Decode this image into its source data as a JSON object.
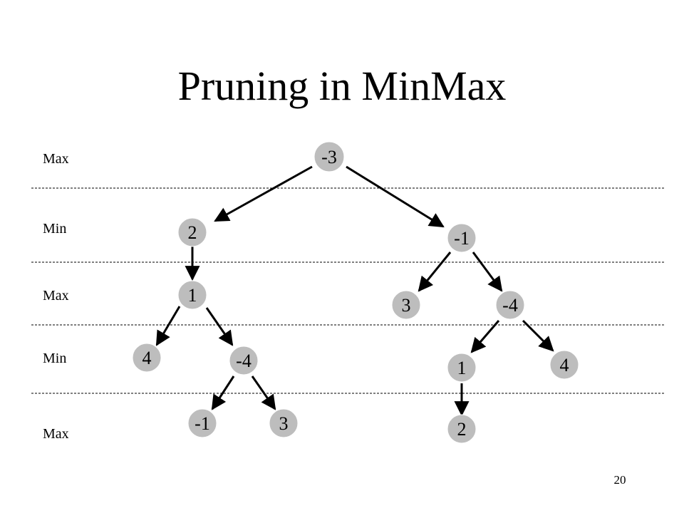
{
  "title": "Pruning in MinMax",
  "levels": [
    "Max",
    "Min",
    "Max",
    "Min",
    "Max"
  ],
  "page_number": "20",
  "node_fill": "#bdbdbd",
  "tree": {
    "root": "-3",
    "min_left": "2",
    "min_right": "-1",
    "max_left": "1",
    "max_right_a": "3",
    "max_right_b": "-4",
    "min_ll": "4",
    "min_lr": "-4",
    "min_rl": "1",
    "min_rr": "4",
    "leaf_a": "-1",
    "leaf_b": "3",
    "leaf_c": "2"
  }
}
